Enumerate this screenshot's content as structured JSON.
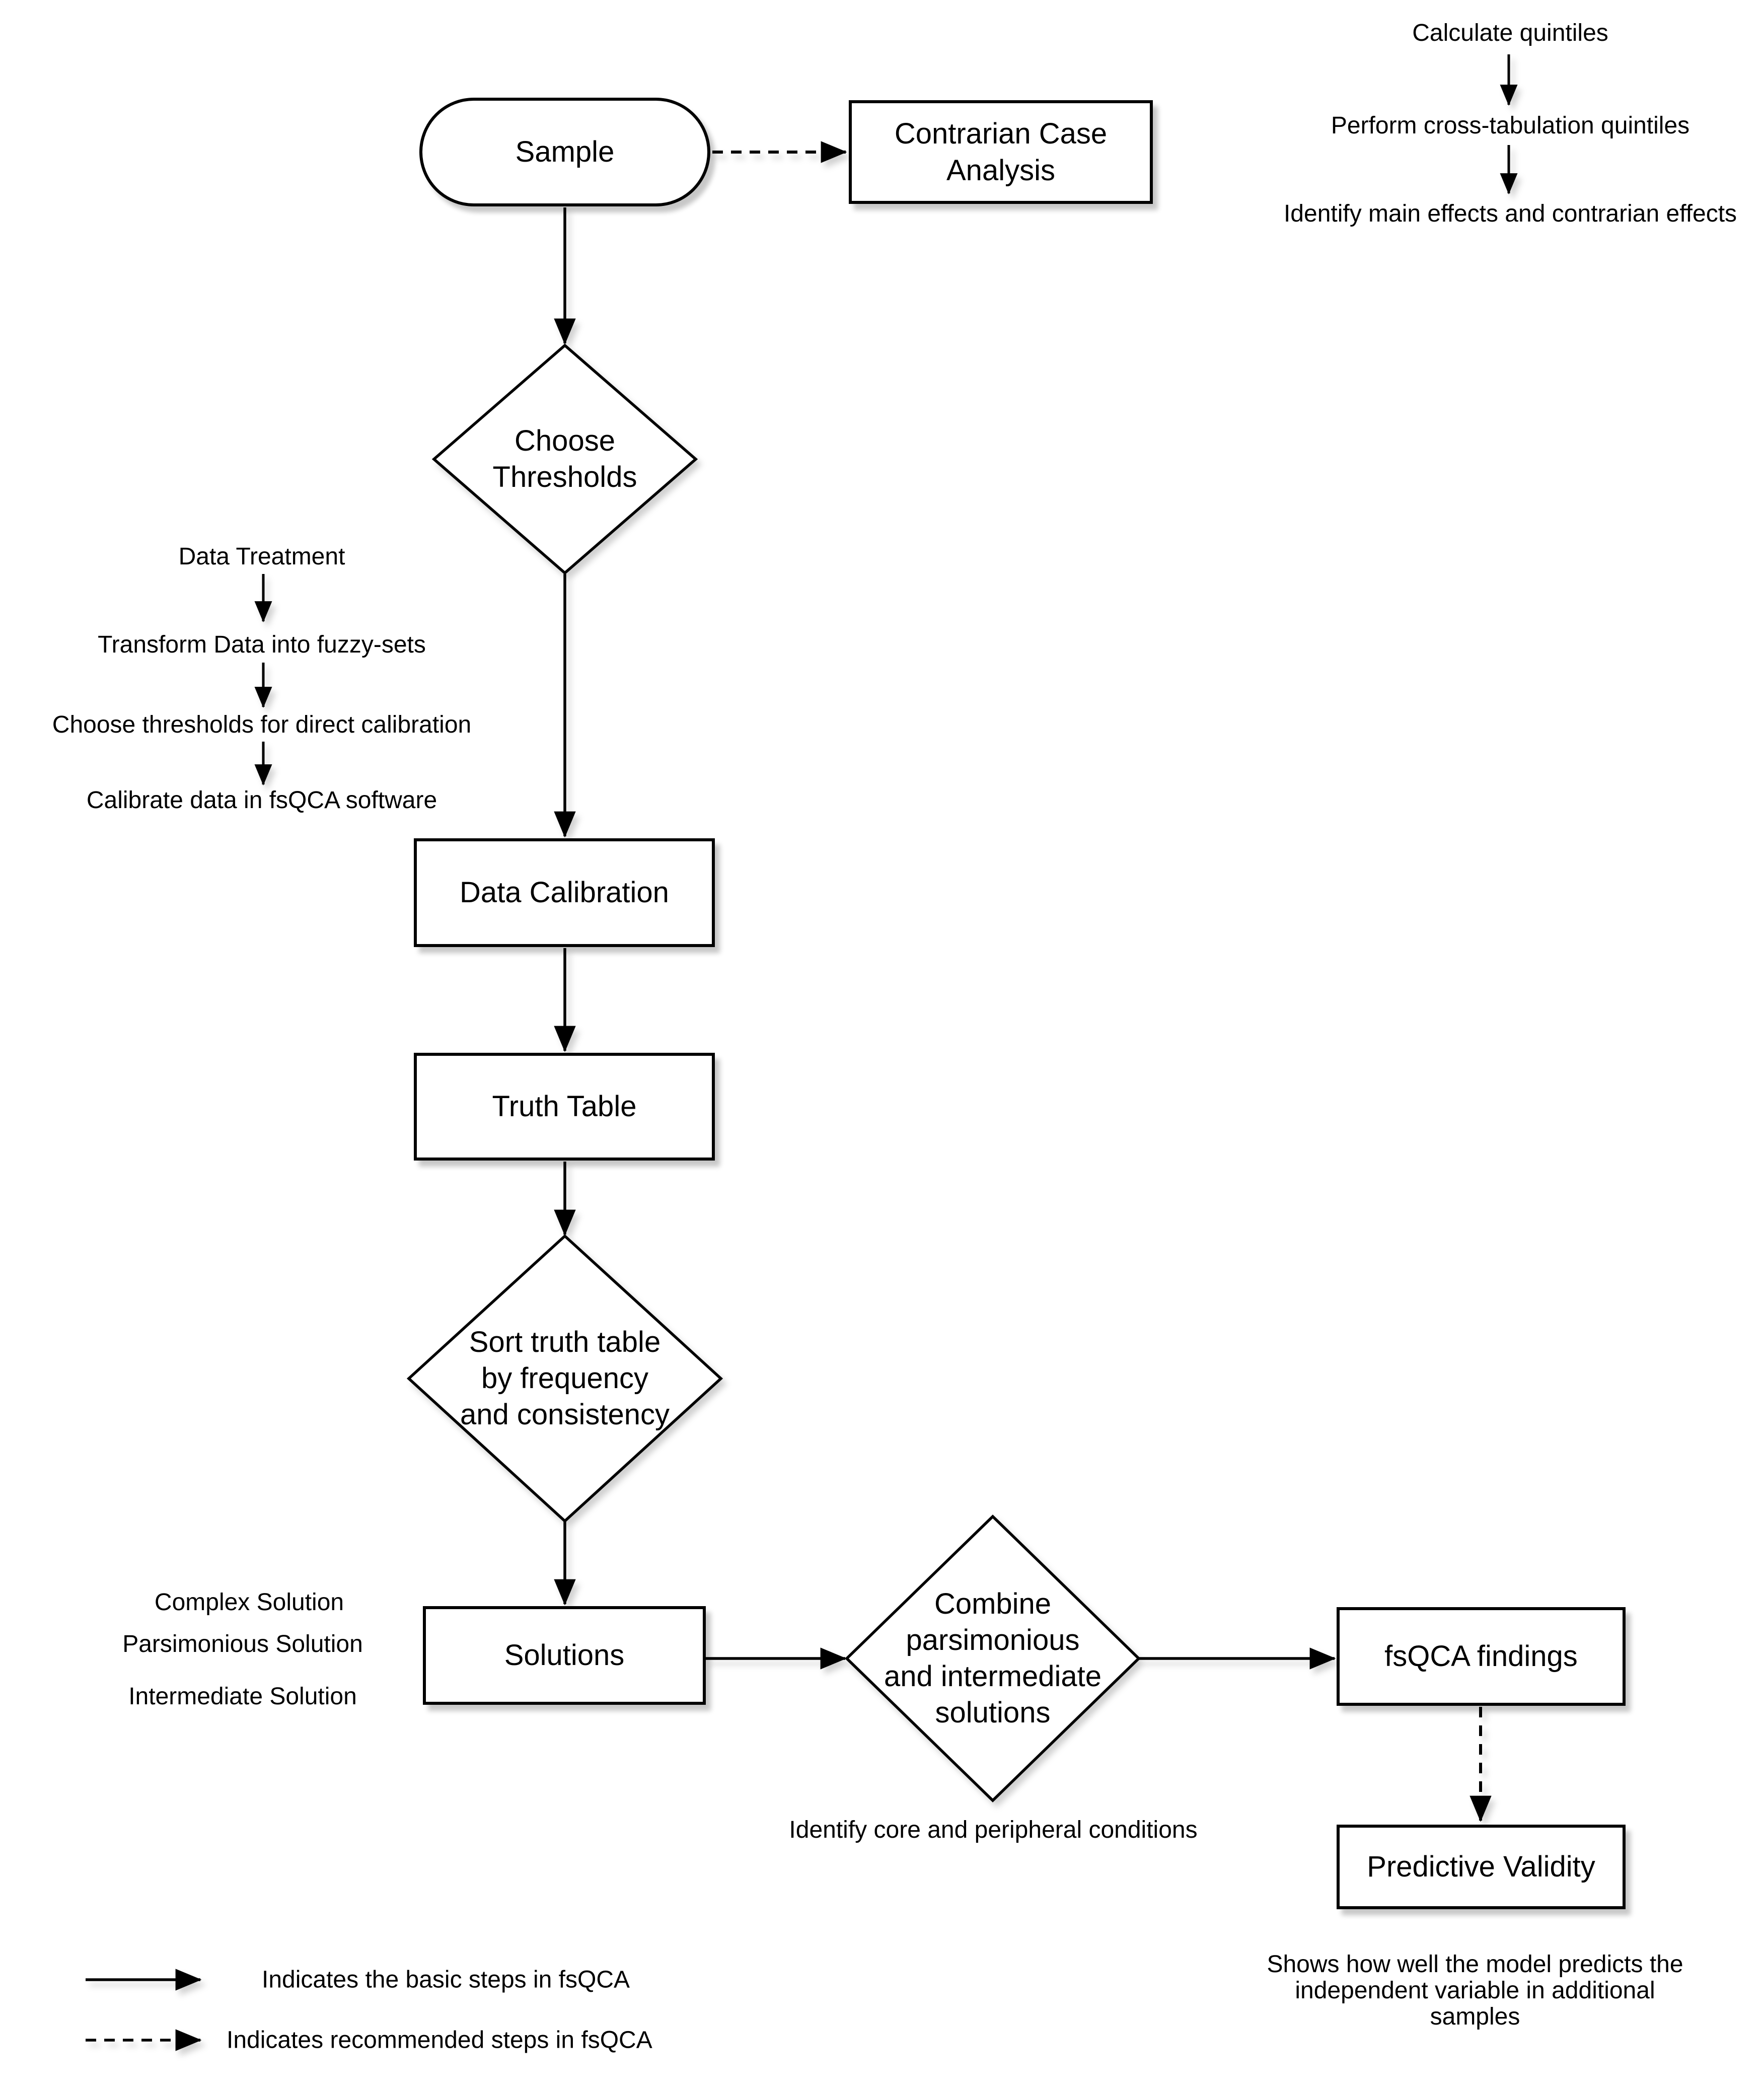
{
  "nodes": {
    "sample": {
      "label": "Sample"
    },
    "contrarian_case_analysis": {
      "lines": [
        "Contrarian Case",
        "Analysis"
      ]
    },
    "choose_thresholds": {
      "lines": [
        "Choose",
        "Thresholds"
      ]
    },
    "data_calibration": {
      "label": "Data Calibration"
    },
    "truth_table": {
      "label": "Truth Table"
    },
    "sort_truth_table": {
      "lines": [
        "Sort truth table",
        "by frequency",
        "and consistency"
      ]
    },
    "solutions": {
      "label": "Solutions"
    },
    "combine_solutions": {
      "lines": [
        "Combine",
        "parsimonious",
        "and intermediate",
        "solutions"
      ]
    },
    "fsqca_findings": {
      "label": "fsQCA findings"
    },
    "predictive_validity": {
      "label": "Predictive Validity"
    }
  },
  "annotations": {
    "quintiles_flow": [
      "Calculate quintiles",
      "Perform cross-tabulation quintiles",
      "Identify main effects and contrarian effects"
    ],
    "data_treatment_flow": [
      "Data Treatment",
      "Transform Data into fuzzy-sets",
      "Choose thresholds for direct calibration",
      "Calibrate data in fsQCA software"
    ],
    "solution_types": [
      "Complex Solution",
      "Parsimonious Solution",
      "Intermediate Solution"
    ],
    "identify_conditions": "Identify core and peripheral conditions",
    "predictive_note_lines": [
      "Shows how well the model predicts the",
      "independent variable in additional",
      "samples"
    ]
  },
  "legend": {
    "solid_label": "Indicates the basic steps in fsQCA",
    "dashed_label": "Indicates recommended steps in fsQCA"
  },
  "colors": {
    "stroke": "#000000",
    "fill": "#ffffff",
    "background": "#ffffff"
  }
}
